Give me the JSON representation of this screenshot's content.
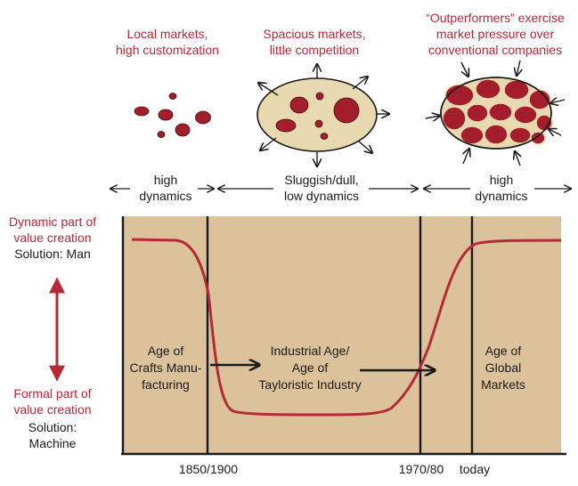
{
  "top_labels": {
    "local": [
      "Local markets,",
      "high customization"
    ],
    "spacious": [
      "Spacious markets,",
      "little competition"
    ],
    "outperformers": [
      "“Outperformers” exercise",
      "market pressure over",
      "conventional companies"
    ]
  },
  "dynamics": {
    "left": [
      "high",
      "dynamics"
    ],
    "middle": [
      "Sluggish/dull,",
      "low dynamics"
    ],
    "right": [
      "high",
      "dynamics"
    ]
  },
  "side_labels": {
    "dynamic": [
      "Dynamic part of",
      "value creation"
    ],
    "dynamic_solution": "Solution: Man",
    "formal": [
      "Formal part of",
      "value creation"
    ],
    "formal_solution": [
      "Solution:",
      "Machine"
    ]
  },
  "ages": {
    "crafts": [
      "Age of",
      "Crafts Manu-",
      "facturing"
    ],
    "industrial": [
      "Industrial Age/",
      "Age of",
      "Tayloristic Industry"
    ],
    "global": [
      "Age of",
      "Global",
      "Markets"
    ]
  },
  "timeline": {
    "t1": "1850/1900",
    "t2": "1970/80",
    "t3": "today"
  },
  "colors": {
    "accent_red": "#b52a36",
    "cell_red": "#a31d2a",
    "panel_tan": "#dbc29b",
    "oval_fill": "#e8d9b0",
    "line": "#1a1a1a"
  }
}
